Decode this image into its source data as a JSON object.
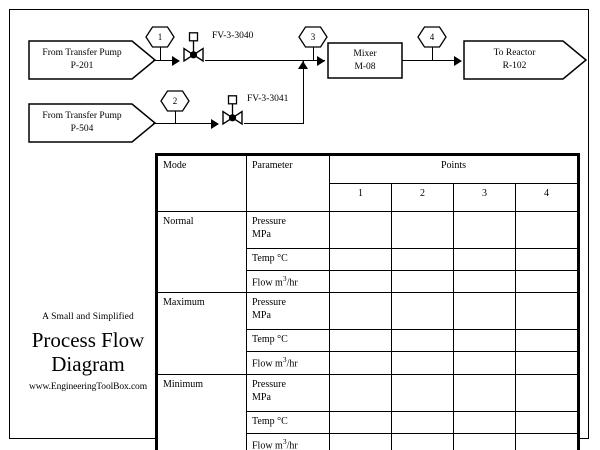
{
  "title_block": {
    "subtitle": "A Small and Simplified",
    "title_line1": "Process Flow",
    "title_line2": "Diagram",
    "url": "www.EngineeringToolBox.com"
  },
  "flow": {
    "sources": [
      {
        "name": "source-p201",
        "line1": "From Transfer Pump",
        "line2": "P-201"
      },
      {
        "name": "source-p504",
        "line1": "From Transfer Pump",
        "line2": "P-504"
      }
    ],
    "mixer": {
      "line1": "Mixer",
      "line2": "M-08"
    },
    "destination": {
      "line1": "To Reactor",
      "line2": "R-102"
    },
    "points": [
      {
        "id": "1"
      },
      {
        "id": "2"
      },
      {
        "id": "3"
      },
      {
        "id": "4"
      }
    ],
    "valves": [
      {
        "tag": "FV-3-3040"
      },
      {
        "tag": "FV-3-3041"
      }
    ]
  },
  "table": {
    "headers": {
      "mode": "Mode",
      "parameter": "Parameter",
      "points": "Points"
    },
    "point_columns": [
      "1",
      "2",
      "3",
      "4"
    ],
    "parameters": [
      {
        "label_line1": "Pressure",
        "label_line2": "MPa"
      },
      {
        "label_line1": "Temp °C",
        "label_line2": ""
      },
      {
        "label_line1": "Flow m",
        "sup": "3",
        "label_line2": "/hr"
      }
    ],
    "modes": [
      "Normal",
      "Maximum",
      "Minimum"
    ],
    "cell_values": [
      [
        [
          "",
          "",
          "",
          ""
        ],
        [
          "",
          "",
          "",
          ""
        ],
        [
          "",
          "",
          "",
          ""
        ]
      ],
      [
        [
          "",
          "",
          "",
          ""
        ],
        [
          "",
          "",
          "",
          ""
        ],
        [
          "",
          "",
          "",
          ""
        ]
      ],
      [
        [
          "",
          "",
          "",
          ""
        ],
        [
          "",
          "",
          "",
          ""
        ],
        [
          "",
          "",
          "",
          ""
        ]
      ]
    ]
  },
  "colors": {
    "line": "#000000",
    "background": "#ffffff"
  }
}
